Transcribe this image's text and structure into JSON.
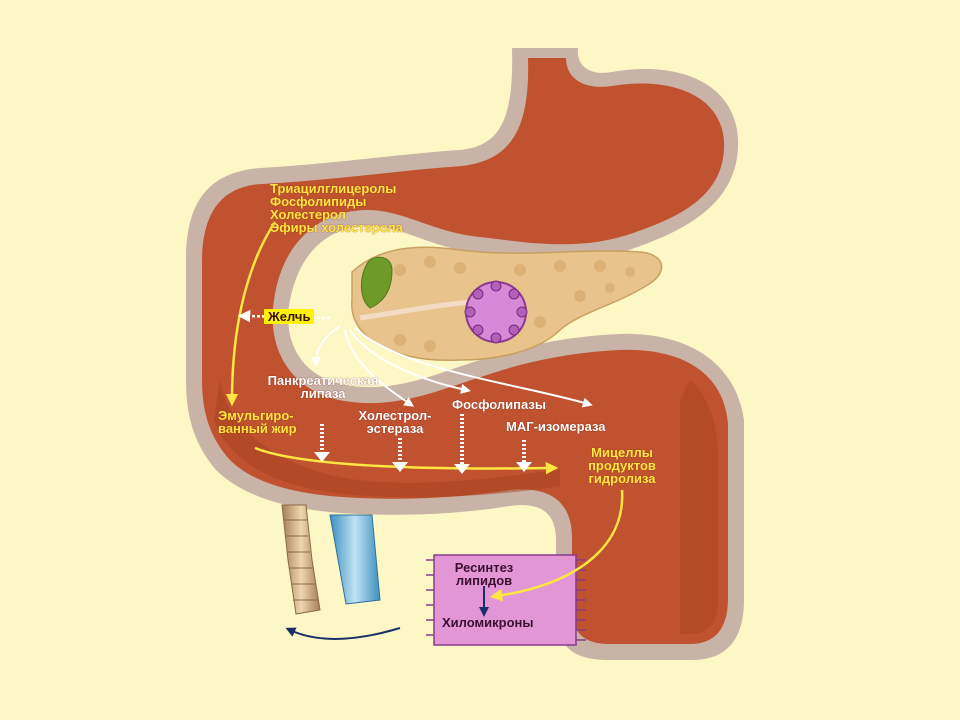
{
  "colors": {
    "background": "#fdf7c6",
    "stomach_wall": "#c0522f",
    "stomach_outline": "#c9b2a6",
    "pancreas": "#e8c48c",
    "villi_cell": "#d58ad8",
    "label_yellow": "#ffe640",
    "label_white": "#ffffff",
    "arrow_yellow": "#ffe640",
    "arrow_white": "#ffffff",
    "lymph_vessel": "#d5b28a",
    "blood_vessel": "#6fb3d8"
  },
  "labels": {
    "dietary_lipids": [
      "Триацилглицеролы",
      "Фосфолипиды",
      "Холестерол",
      "Эфиры холестерола"
    ],
    "bile": "Желчь",
    "pancreatic_lipase": [
      "Панкреатическая",
      "липаза"
    ],
    "emulsified_fat": [
      "Эмульгиро-",
      "ванный жир"
    ],
    "cholesterol_esterase": [
      "Холестрол-",
      "эстераза"
    ],
    "phospholipases": "Фосфолипазы",
    "mag_isomerase": "МАГ-изомераза",
    "micelles": [
      "Мицеллы",
      "продуктов",
      "гидролиза"
    ],
    "resynthesis": [
      "Ресинтез",
      "липидов"
    ],
    "chylomicrons": "Хиломикроны"
  }
}
